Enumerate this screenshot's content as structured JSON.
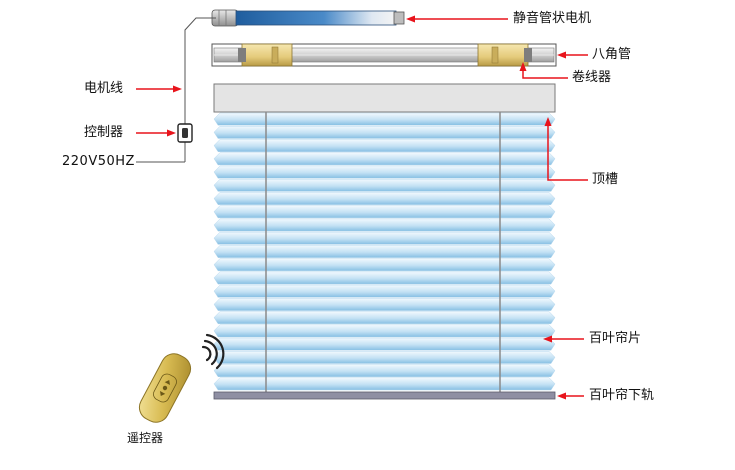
{
  "labels": {
    "motor": "静音管状电机",
    "octagonal_tube": "八角管",
    "winder": "卷线器",
    "power_cable": "电机线",
    "controller": "控制器",
    "power_spec": "220V50HZ",
    "head_rail": "顶槽",
    "slats": "百叶帘片",
    "bottom_rail": "百叶帘下轨",
    "remote": "遥控器"
  },
  "slats": {
    "count": 21
  },
  "colors": {
    "arrow": "#e8141c",
    "slat_light": "#eef7fd",
    "slat_dark": "#8ec4e6",
    "head_rail": "#e4e4e4",
    "bottom_rail": "#8f8fa3",
    "motor_blue": "#2e6fb0",
    "winder_gold": "#e6cf85",
    "remote_gold": "#d6b94f",
    "wire": "#555555"
  },
  "icons": [
    "remote-control-icon",
    "wireless-signal-icon",
    "controller-box-icon"
  ]
}
